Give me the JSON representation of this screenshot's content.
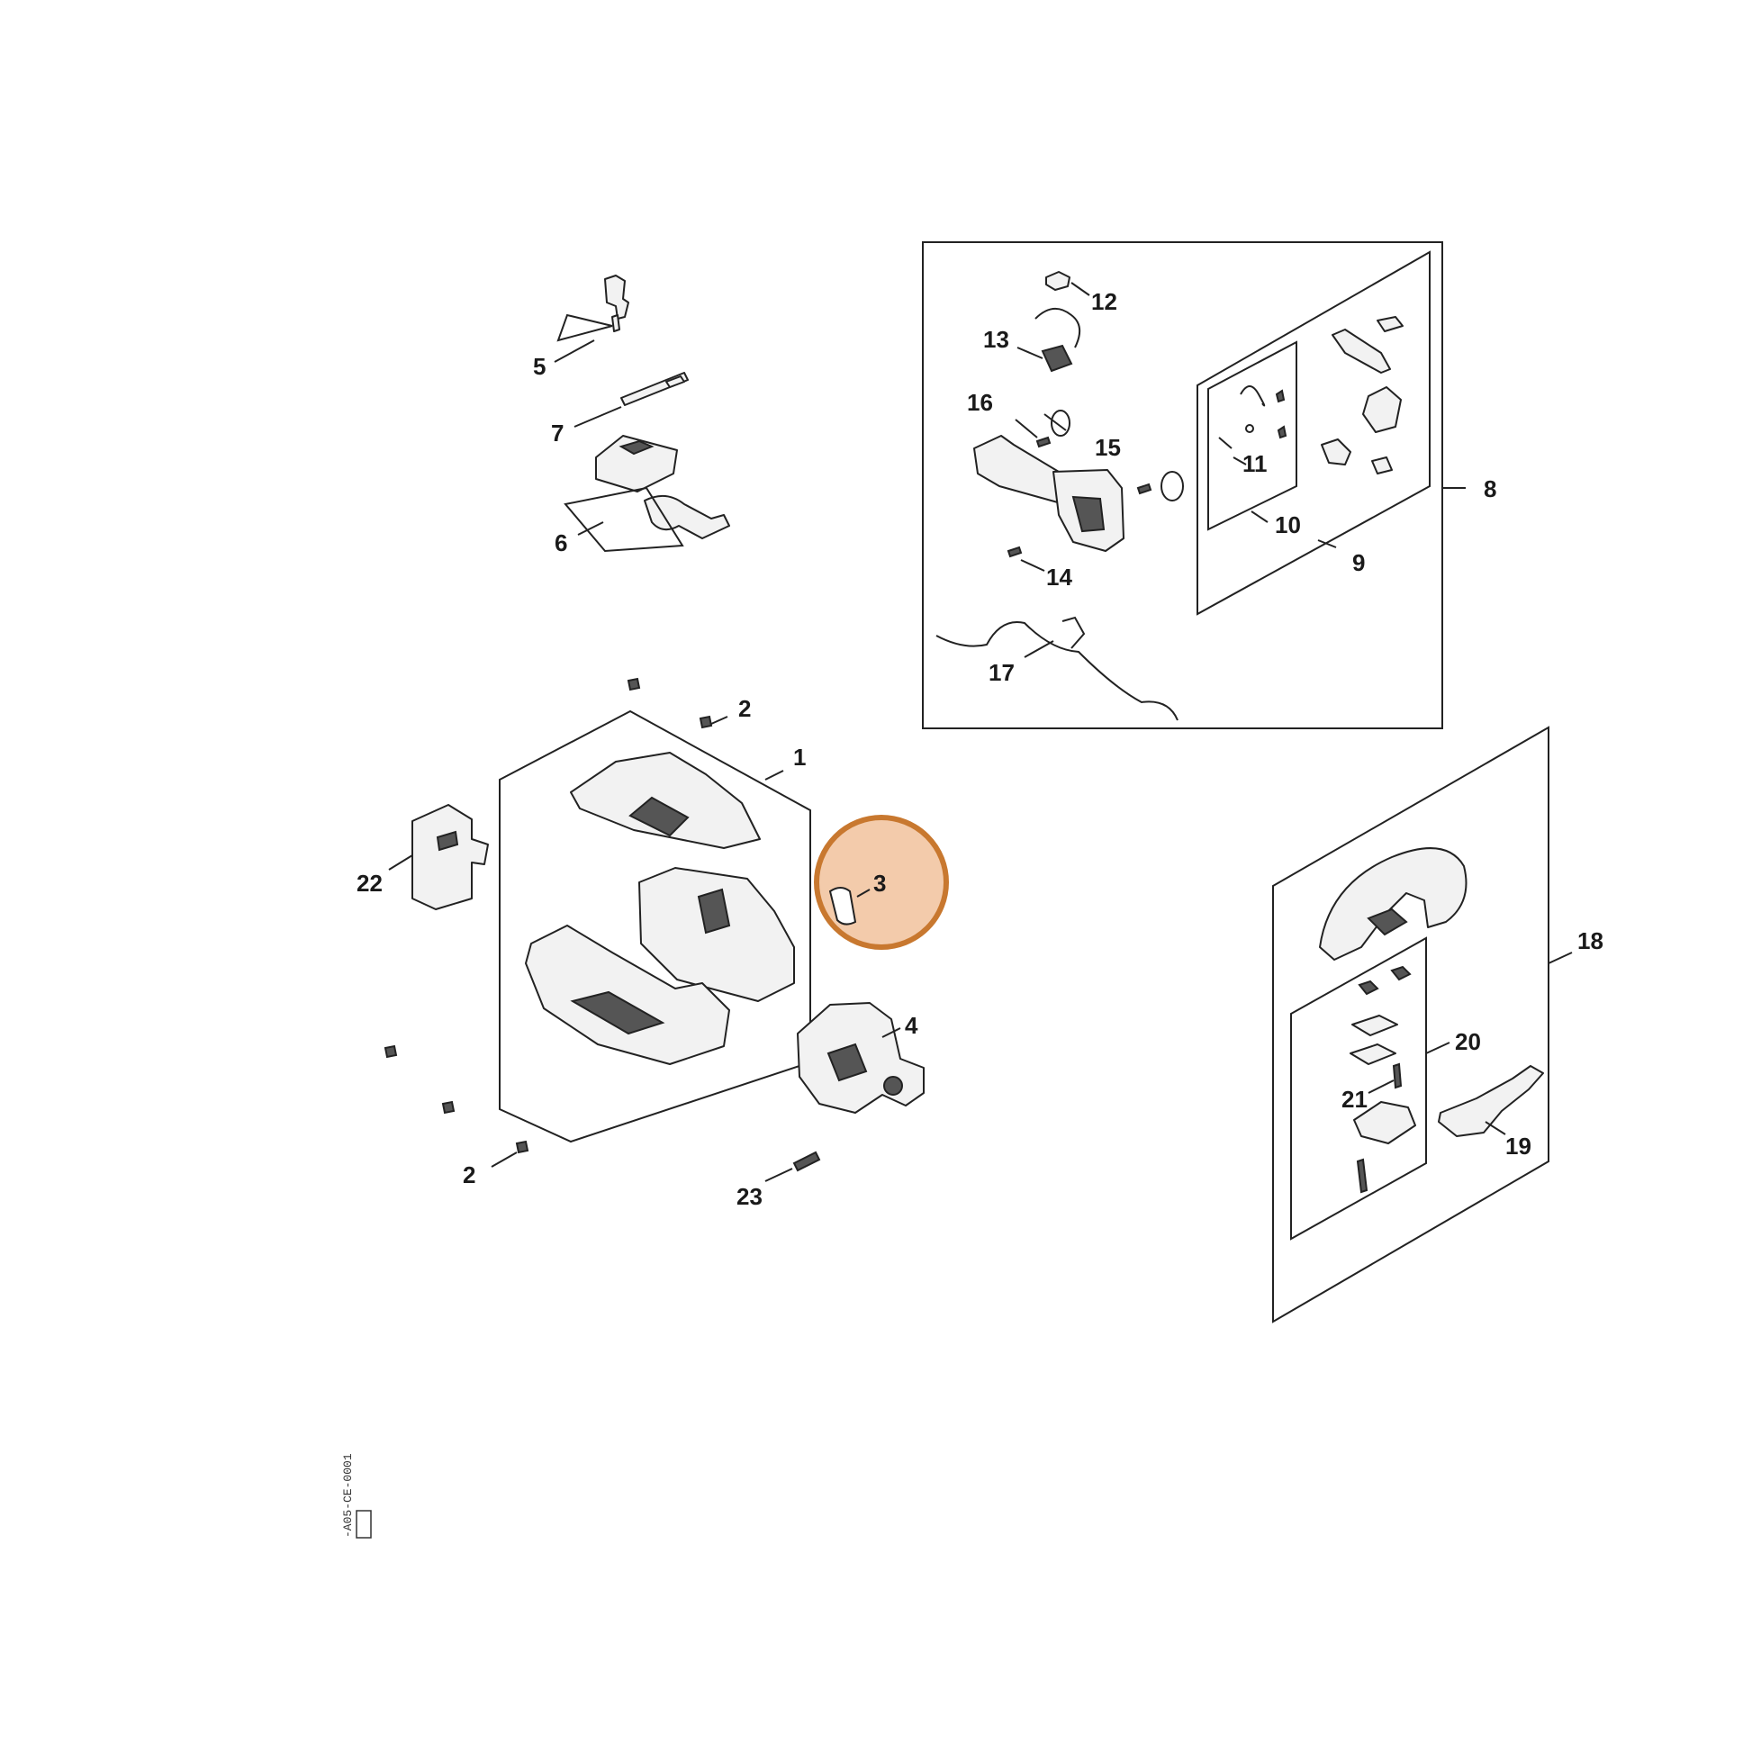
{
  "callouts": {
    "c1": "1",
    "c2a": "2",
    "c2b": "2",
    "c3": "3",
    "c4": "4",
    "c5": "5",
    "c6": "6",
    "c7": "7",
    "c8": "8",
    "c9": "9",
    "c10": "10",
    "c11": "11",
    "c12": "12",
    "c13": "13",
    "c14": "14",
    "c15": "15",
    "c16": "16",
    "c17": "17",
    "c18": "18",
    "c19": "19",
    "c20": "20",
    "c21": "21",
    "c22": "22",
    "c23": "23"
  },
  "highlight": {
    "callout": "3",
    "color": "#e9a066",
    "stroke": "#c8782f"
  },
  "drawing_ref": "-A05-CE-0001"
}
